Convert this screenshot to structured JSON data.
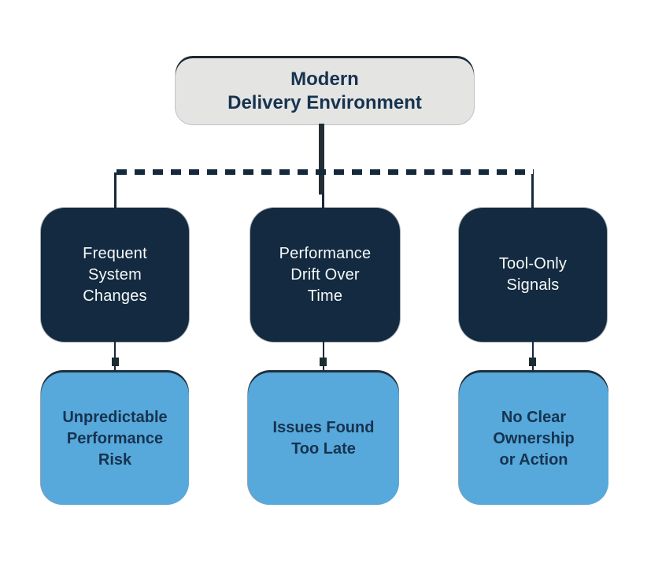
{
  "diagram": {
    "title": "Modern Delivery Environment flowchart",
    "root": {
      "label": "Modern Delivery Environment"
    },
    "causes": [
      {
        "label": "Frequent System Changes"
      },
      {
        "label": "Performance Drift Over Time"
      },
      {
        "label": "Tool-Only Signals"
      }
    ],
    "effects": [
      {
        "label": "Unpredictable Performance Risk"
      },
      {
        "label": "Issues Found Too Late"
      },
      {
        "label": "No Clear Ownership or Action"
      }
    ],
    "colors": {
      "background": "#ffffff",
      "root_fill": "#e4e4e3",
      "cause_fill": "#132a40",
      "effect_fill": "#57a8db",
      "dark_text": "#16334f",
      "light_text": "#f7f9f9",
      "connector": "#15293c"
    },
    "connector_styles": {
      "root_to_branch": "solid thick vertical",
      "branch": "dashed horizontal",
      "cause_to_effect": "thin vertical with square dash"
    }
  }
}
